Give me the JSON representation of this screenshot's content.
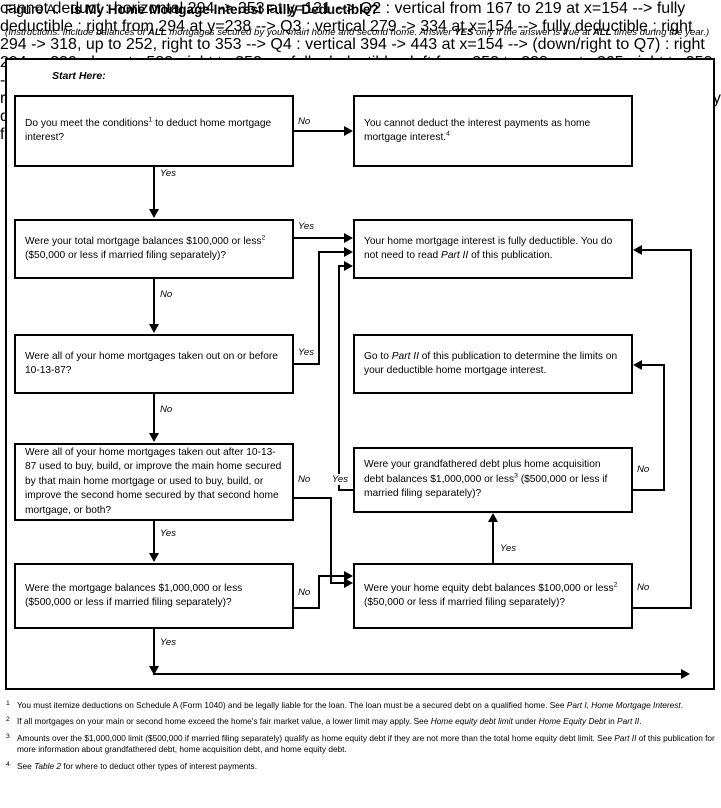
{
  "figure": {
    "label": "Figure A.",
    "title": "Is My Home Mortgage Interest Fully Deductible?",
    "instructions_line1_a": "(Instructions: Include balances of ",
    "instructions_bold1": "ALL",
    "instructions_line1_b": " mortgages secured by your main home and second home. Answer ",
    "instructions_bold2": "YES",
    "instructions_line1_c": " only if the answer is true at ",
    "instructions_bold3": "ALL",
    "instructions_line1_d": " times during the year.)",
    "start_here": "Start Here:"
  },
  "nodes": {
    "q1": {
      "id": "do-you-meet-conditions",
      "text_a": "Do you meet the conditions",
      "sup": "1",
      "text_b": " to deduct home mortgage interest?"
    },
    "cannot_deduct": {
      "id": "cannot-deduct-interest",
      "text_a": "You cannot deduct the interest payments as home mortgage interest.",
      "sup": "4",
      "text_b": ""
    },
    "q2": {
      "id": "total-mortgage-balances-100000",
      "text_a": "Were your total mortgage balances $100,000 or less",
      "sup": "2",
      "text_b": " ($50,000 or less if married filing separately)?"
    },
    "fully_deductible": {
      "id": "fully-deductible-result",
      "text_a": "Your home mortgage interest is fully deductible. You do not need to read ",
      "italic": "Part II",
      "text_b": " of this publication."
    },
    "q3": {
      "id": "mortgages-before-10-13-87",
      "text_a": "Were all of your home mortgages taken out on or before 10-13-87?"
    },
    "go_part2": {
      "id": "go-to-part-ii-result",
      "text_a": "Go to ",
      "italic": "Part II",
      "text_b": " of this publication to determine the limits on your deductible home mortgage interest."
    },
    "q4": {
      "id": "mortgages-after-10-13-87-buy-build-improve",
      "text_a": "Were all of your home mortgages taken out after 10-13-87 used to buy, build, or improve the main home secured by that main home mortgage or used to buy, build, or improve the second home secured by that second home mortgage, or both?"
    },
    "q5": {
      "id": "grandfathered-plus-acquisition-debt",
      "text_a": "Were your grandfathered debt plus home acquisition debt balances $1,000,000 or less",
      "sup": "3",
      "text_b": " ($500,000 or less if married filing separately)?"
    },
    "q6": {
      "id": "mortgage-balances-1000000",
      "text_a": "Were the mortgage balances $1,000,000 or less ($500,000 or less if married filing separately)?"
    },
    "q7": {
      "id": "home-equity-debt-balances-100000",
      "text_a": "Were your home equity debt balances $100,000 or less",
      "sup": "2",
      "text_b": " ($50,000 or less if married filing separately)?"
    }
  },
  "edge_labels": {
    "q1_no": "No",
    "q1_yes": "Yes",
    "q2_yes": "Yes",
    "q2_no": "No",
    "q3_yes": "Yes",
    "q3_no": "No",
    "q4_no": "No",
    "q4_yes_right": "Yes",
    "q4_yes_down": "Yes",
    "q5_no": "No",
    "q5_yes": "Yes",
    "q6_no": "No",
    "q6_yes": "Yes",
    "q7_no": "No"
  },
  "footnotes": [
    {
      "marker": "1",
      "text_a": "You must itemize deductions on Schedule A (Form 1040) and be legally liable for the loan. The loan must be a secured debt on a qualified home. See ",
      "italic1": "Part I, Home Mortgage Interest",
      "text_b": "."
    },
    {
      "marker": "2",
      "text_a": "If all mortgages on your main or second home exceed the home's fair market value, a lower limit may apply. See ",
      "italic1": "Home equity debt limit",
      "text_b": " under ",
      "italic2": "Home Equity Debt",
      "text_c": " in ",
      "italic3": "Part II",
      "text_d": "."
    },
    {
      "marker": "3",
      "text_a": "Amounts over the $1,000,000 limit ($500,000 if married filing separately) qualify as home equity debt if they are not more than the total home equity debt limit. See ",
      "italic1": "Part II",
      "text_b": " of this publication for more information about grandfathered debt, home acquisition debt, and home equity debt."
    },
    {
      "marker": "4",
      "text_a": "See ",
      "italic1": "Table 2",
      "text_b": " for where to deduct other types of interest payments."
    }
  ],
  "colors": {
    "ink": "#000000",
    "paper": "#ffffff"
  }
}
